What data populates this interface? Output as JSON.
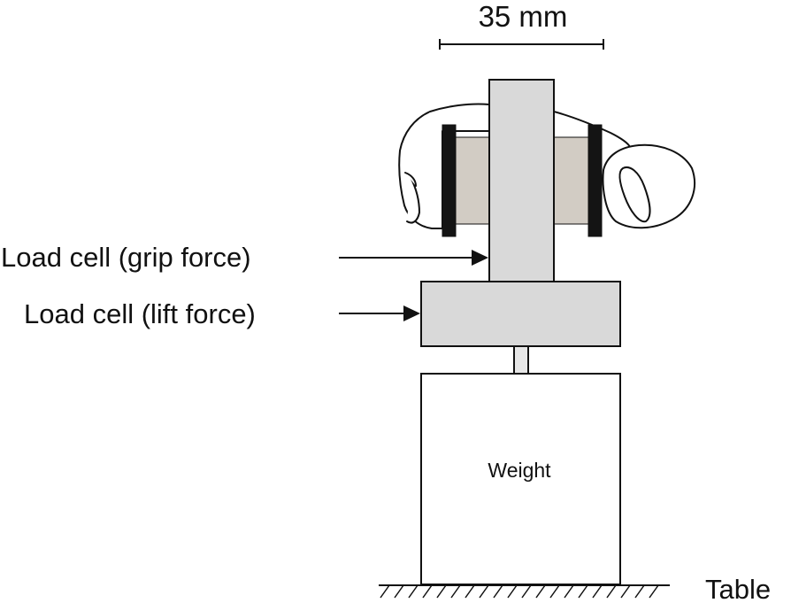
{
  "dimension": {
    "label": "35 mm"
  },
  "labels": {
    "grip_load_cell": "Load cell (grip force)",
    "lift_load_cell": "Load cell (lift force)",
    "weight": "Weight",
    "table": "Table"
  },
  "colors": {
    "fill_gray": "#d9d9d9",
    "pad_fill": "#d2ccc4",
    "plate_black": "#141414",
    "ink": "#111111"
  }
}
